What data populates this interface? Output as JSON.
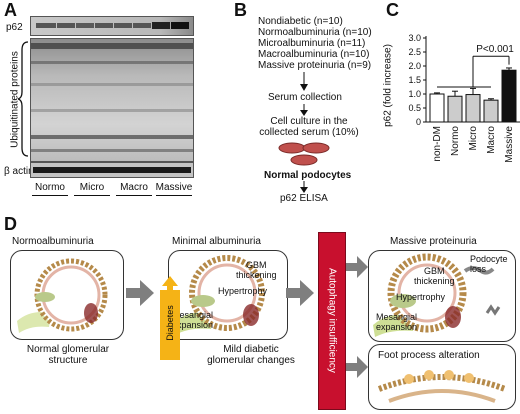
{
  "panelA": {
    "label": "A",
    "p62_label": "p62",
    "ub_label": "Ubiquitinated proteins",
    "actin_label": "β actin",
    "lanes": [
      "Normo",
      "Micro",
      "Macro",
      "Massive"
    ]
  },
  "panelB": {
    "label": "B",
    "groups": [
      "Nondiabetic (n=10)",
      "Normoalbuminuria (n=10)",
      "Microalbuminuria (n=11)",
      "Macroalbuminuria (n=10)",
      "Massive proteinuria (n=9)"
    ],
    "step1": "Serum collection",
    "step2_line1": "Cell culture in the",
    "step2_line2": "collected serum (10%)",
    "step3": "Normal podocytes",
    "step4": "p62 ELISA"
  },
  "panelC": {
    "label": "C",
    "ylabel": "p62 (fold increase)",
    "significance": "P<0.001"
  },
  "chart_data": {
    "type": "bar",
    "categories": [
      "non-DM",
      "Normo",
      "Micro",
      "Macro",
      "Massive"
    ],
    "values": [
      1.0,
      0.92,
      0.98,
      0.78,
      1.85
    ],
    "errors": [
      0.04,
      0.18,
      0.22,
      0.05,
      0.08
    ],
    "colors": [
      "#ffffff",
      "#cccccc",
      "#cccccc",
      "#cccccc",
      "#111111"
    ],
    "ylabel": "p62 (fold increase)",
    "ylim": [
      0,
      3.0
    ],
    "yticks": [
      "0",
      "0.5",
      "1.0",
      "1.5",
      "2.0",
      "2.5",
      "3.0"
    ],
    "annotation": "P<0.001"
  },
  "panelD": {
    "label": "D",
    "stage1_title": "Normoalbuminuria",
    "stage1_caption_1": "Normal glomerular",
    "stage1_caption_2": "structure",
    "stage2_title": "Minimal albuminuria",
    "stage2_gbm_1": "GBM",
    "stage2_gbm_2": "thickening",
    "stage2_hyper": "Hypertrophy",
    "stage2_mes_1": "Mesangial",
    "stage2_mes_2": "expansion",
    "stage2_caption_1": "Mild diabetic",
    "stage2_caption_2": "glomerular changes",
    "diabetes": "Diabetes",
    "autophagy": "Autophagy insufficiency",
    "stage3_title": "Massive proteinuria",
    "stage3_podo_1": "Podocyte",
    "stage3_podo_2": "loss",
    "stage3_gbm_1": "GBM",
    "stage3_gbm_2": "thickening",
    "stage3_hyper": "Hypertrophy",
    "stage3_mes_1": "Mesangial",
    "stage3_mes_2": "expansion",
    "foot": "Foot process alteration"
  }
}
